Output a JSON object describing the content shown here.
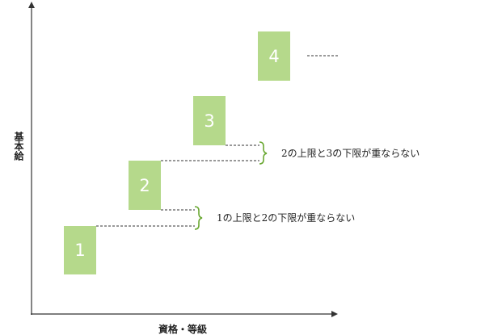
{
  "axes": {
    "x_label": "資格・等級",
    "y_label": "基本給"
  },
  "grades": [
    {
      "label": "1"
    },
    {
      "label": "2"
    },
    {
      "label": "3"
    },
    {
      "label": "4"
    }
  ],
  "annotations": [
    {
      "text": "1の上限と2の下限が重ならない"
    },
    {
      "text": "2の上限と3の下限が重ならない"
    }
  ],
  "colors": {
    "box_fill": "#b5d98b",
    "bracket": "#6aa832",
    "axis": "#333333",
    "dashed_line": "#333333",
    "label_text": "#ffffff"
  }
}
